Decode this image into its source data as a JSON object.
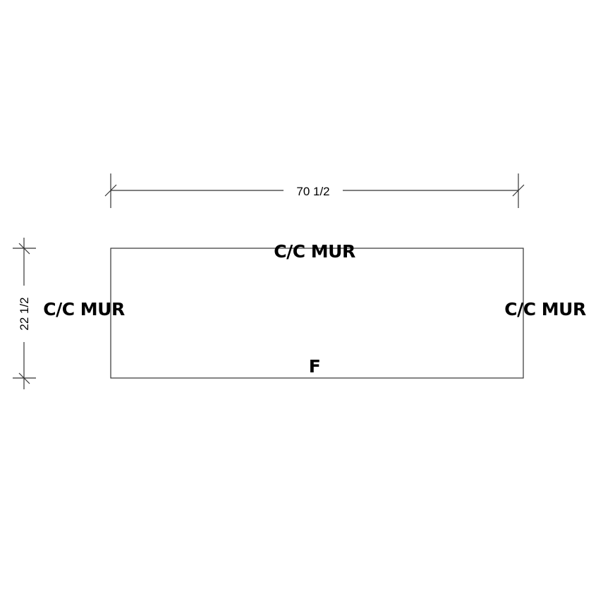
{
  "dimensions": {
    "width_label": "70 1/2",
    "height_label": "22 1/2"
  },
  "labels": {
    "top": "C/C MUR",
    "left": "C/C MUR",
    "right": "C/C MUR",
    "bottom": "F"
  },
  "colors": {
    "line": "#333333",
    "text": "#000000"
  }
}
